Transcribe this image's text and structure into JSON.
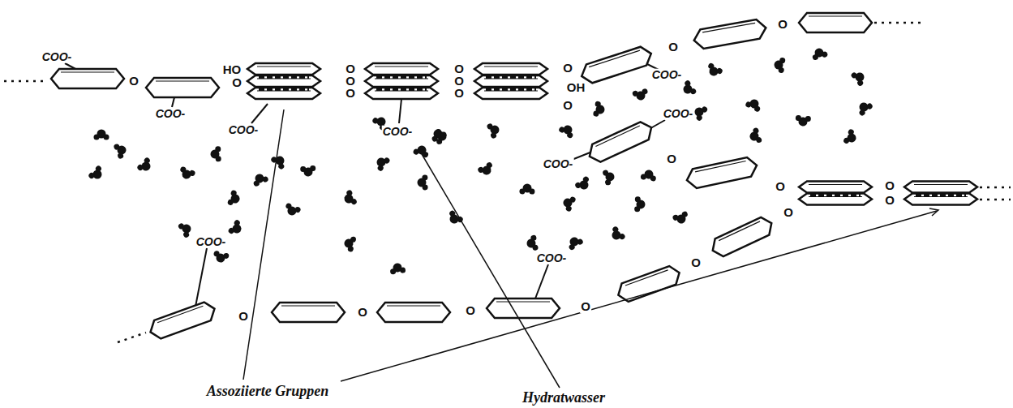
{
  "diagram": {
    "labels": [
      "COO-",
      "O",
      "COO-",
      "HO",
      "O",
      "O",
      "O",
      "O",
      "O",
      "O",
      "O",
      "O",
      "OH",
      "O",
      "COO-",
      "COO-",
      "O",
      "O",
      "COO-",
      "COO-",
      "COO-",
      "O",
      "O",
      "O",
      "O",
      "COO-",
      "COO-",
      "O",
      "O",
      "O",
      "O",
      "O",
      "O",
      "Assoziierte Gruppen",
      "Hydratwasser"
    ]
  }
}
